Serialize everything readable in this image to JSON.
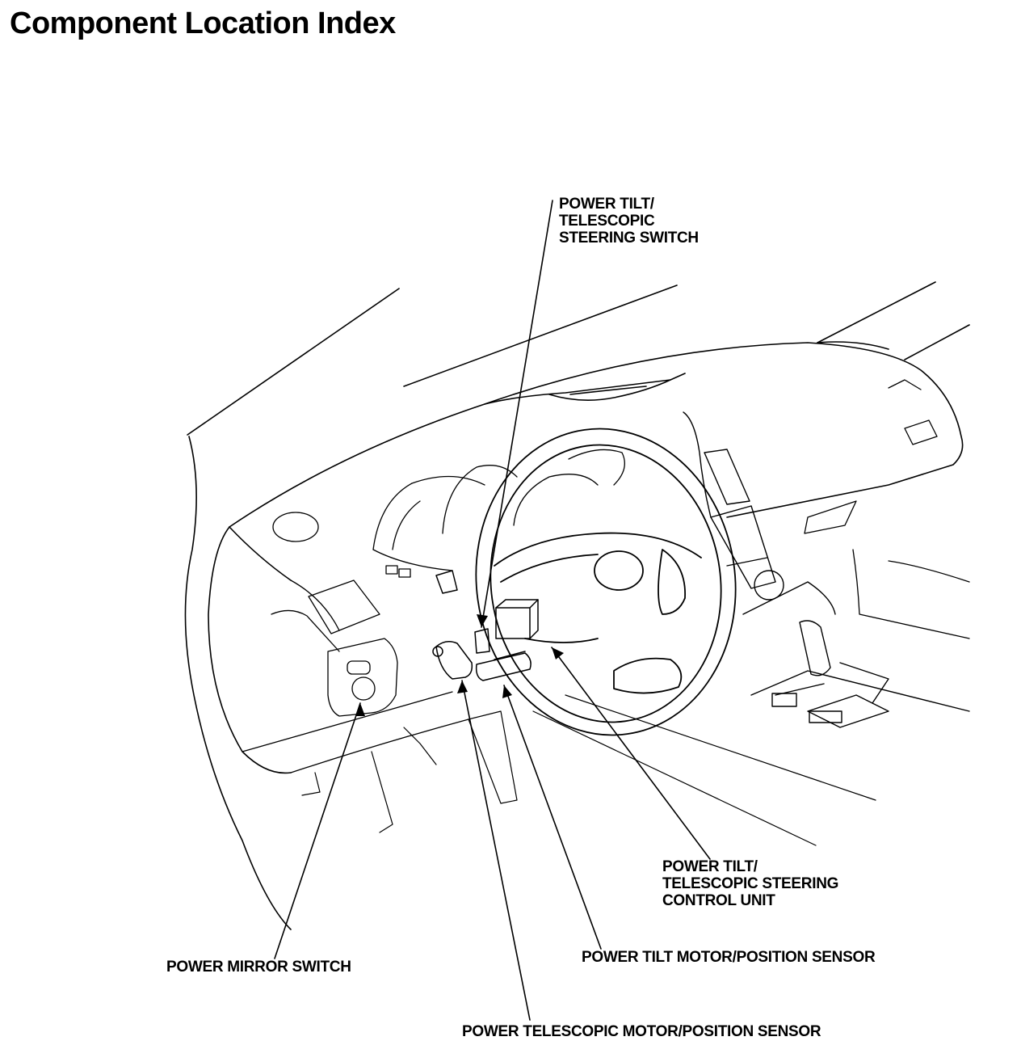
{
  "page": {
    "title": "Component Location Index"
  },
  "labels": {
    "steering_switch": [
      "POWER TILT/",
      "TELESCOPIC",
      "STEERING SWITCH"
    ],
    "control_unit": [
      "POWER TILT/",
      "TELESCOPIC STEERING",
      "CONTROL UNIT"
    ],
    "tilt_motor": "POWER TILT MOTOR/POSITION SENSOR",
    "mirror_switch": "POWER MIRROR SWITCH",
    "telescopic_motor": "POWER TELESCOPIC MOTOR/POSITION SENSOR"
  },
  "colors": {
    "ink": "#000000",
    "paper": "#ffffff"
  }
}
